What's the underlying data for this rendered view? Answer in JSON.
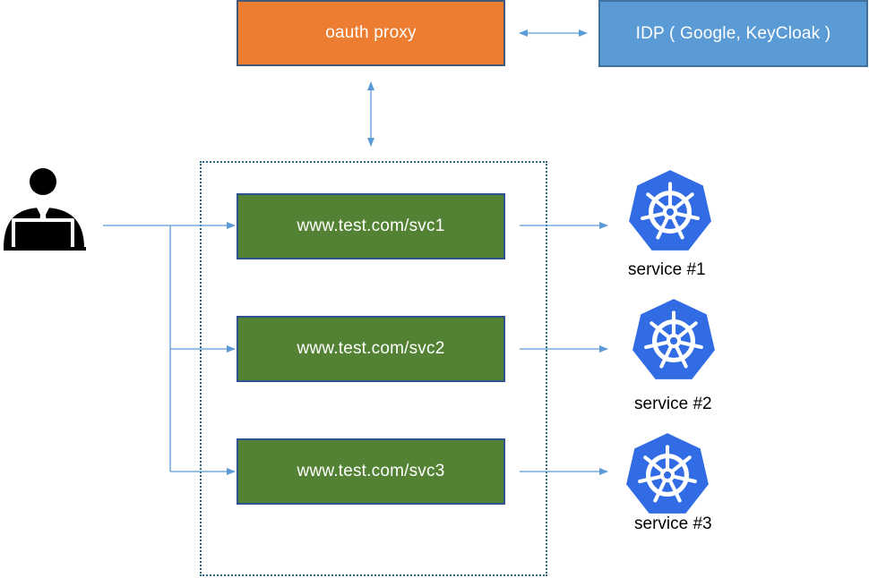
{
  "proxy": {
    "label": "oauth proxy"
  },
  "idp": {
    "label": "IDP ( Google, KeyCloak )"
  },
  "routes": [
    {
      "url": "www.test.com/svc1",
      "service": "service #1"
    },
    {
      "url": "www.test.com/svc2",
      "service": "service #2"
    },
    {
      "url": "www.test.com/svc3",
      "service": "service #3"
    }
  ],
  "icons": {
    "user": "user-laptop-icon",
    "service": "kubernetes-helm-icon"
  },
  "colors": {
    "proxy": "#ed7d31",
    "idp": "#5b9bd5",
    "route": "#548235",
    "arrow": "#5b9bd5",
    "kubernetes": "#326ce5"
  }
}
